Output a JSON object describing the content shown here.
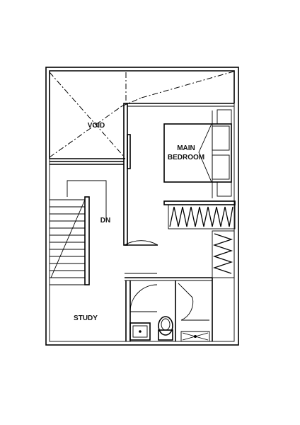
{
  "rooms": {
    "void": "VOID",
    "main_bedroom_line1": "MAIN",
    "main_bedroom_line2": "BEDROOM",
    "stair_direction": "DN",
    "study": "STUDY"
  },
  "colors": {
    "line": "#000000",
    "background": "#ffffff"
  }
}
